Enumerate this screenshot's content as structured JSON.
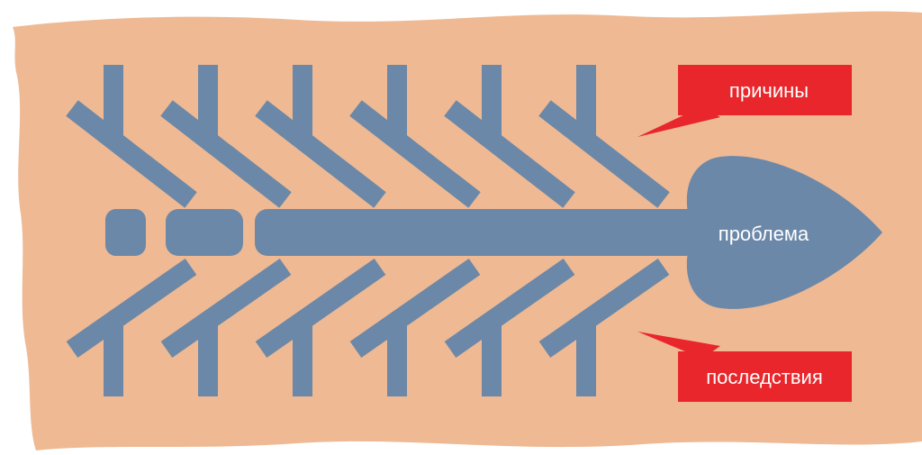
{
  "diagram": {
    "head_label": "проблема",
    "top_callout_label": "причины",
    "bottom_callout_label": "последствия"
  },
  "colors": {
    "background_paper": "#eeb993",
    "bone": "#6b88a8",
    "callout": "#e8262b",
    "text": "#ffffff"
  }
}
